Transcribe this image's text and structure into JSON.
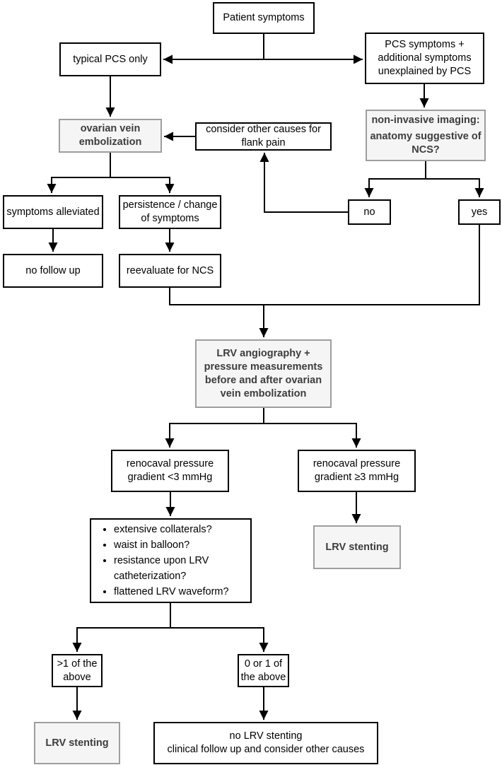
{
  "flowchart": {
    "nodes": {
      "patient_symptoms": {
        "label": "Patient symptoms"
      },
      "typical_pcs": {
        "label": "typical PCS only"
      },
      "pcs_additional": {
        "lines": [
          "PCS symptoms +",
          "additional symptoms",
          "unexplained by PCS"
        ]
      },
      "ovarian_vein_embolization": {
        "lines": [
          "ovarian vein",
          "embolization"
        ]
      },
      "consider_other_causes": {
        "lines": [
          "consider other causes for",
          "flank pain"
        ]
      },
      "non_invasive_imaging": {
        "lines": [
          "non-invasive imaging:",
          "anatomy suggestive of NCS?"
        ]
      },
      "no": {
        "label": "no"
      },
      "yes": {
        "label": "yes"
      },
      "symptoms_alleviated": {
        "label": "symptoms alleviated"
      },
      "persistence_change": {
        "lines": [
          "persistence / change",
          "of symptoms"
        ]
      },
      "no_follow_up": {
        "label": "no follow up"
      },
      "reevaluate_ncs": {
        "label": "reevaluate for NCS"
      },
      "lrv_angiography": {
        "lines": [
          "LRV angiography +",
          "pressure measurements",
          "before and after ovarian",
          "vein embolization"
        ]
      },
      "renocaval_lt3": {
        "lines": [
          "renocaval pressure",
          "gradient <3 mmHg"
        ]
      },
      "renocaval_ge3": {
        "lines": [
          "renocaval pressure",
          "gradient ≥3 mmHg"
        ]
      },
      "criteria": {
        "items": [
          "extensive collaterals?",
          "waist in balloon?",
          "resistance upon LRV catheterization?",
          "flattened LRV waveform?"
        ]
      },
      "lrv_stenting_right": {
        "label": "LRV stenting"
      },
      "gt1_above": {
        "lines": [
          ">1 of the",
          "above"
        ]
      },
      "zero_or_one_above": {
        "lines": [
          "0 or 1 of",
          "the above"
        ]
      },
      "lrv_stenting_bottom": {
        "label": "LRV stenting"
      },
      "no_lrv_stenting": {
        "lines": [
          "no LRV stenting",
          "clinical follow up and consider other causes"
        ]
      }
    },
    "colors": {
      "box_fill": "#ffffff",
      "box_border": "#000000",
      "highlight_fill": "#f5f5f5",
      "highlight_border": "#9e9e9e",
      "highlight_text": "#3d3d3d",
      "line": "#000000"
    }
  }
}
